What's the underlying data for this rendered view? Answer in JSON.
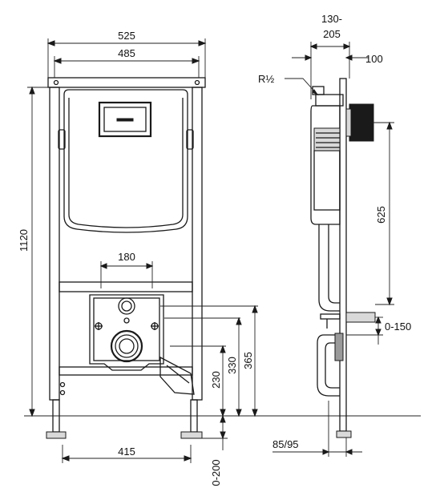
{
  "dimensions": {
    "frame_width_outer": "525",
    "frame_width_inner": "485",
    "height_total": "1120",
    "flush_plate_spacing": "180",
    "bolt_spacing": "415",
    "pipe_height_365": "365",
    "pipe_height_330": "330",
    "pipe_height_230": "230",
    "floor_adjust": "0-200",
    "side_depth_top_line1": "130-",
    "side_depth_top_line2": "205",
    "side_offset": "100",
    "side_height": "625",
    "side_adjust": "0-150",
    "side_bottom": "85/95",
    "thread_label": "R½"
  },
  "colors": {
    "line": "#1a1a1a",
    "flush_plate": "#1a1a1a",
    "muff": "#9a9a9a"
  }
}
